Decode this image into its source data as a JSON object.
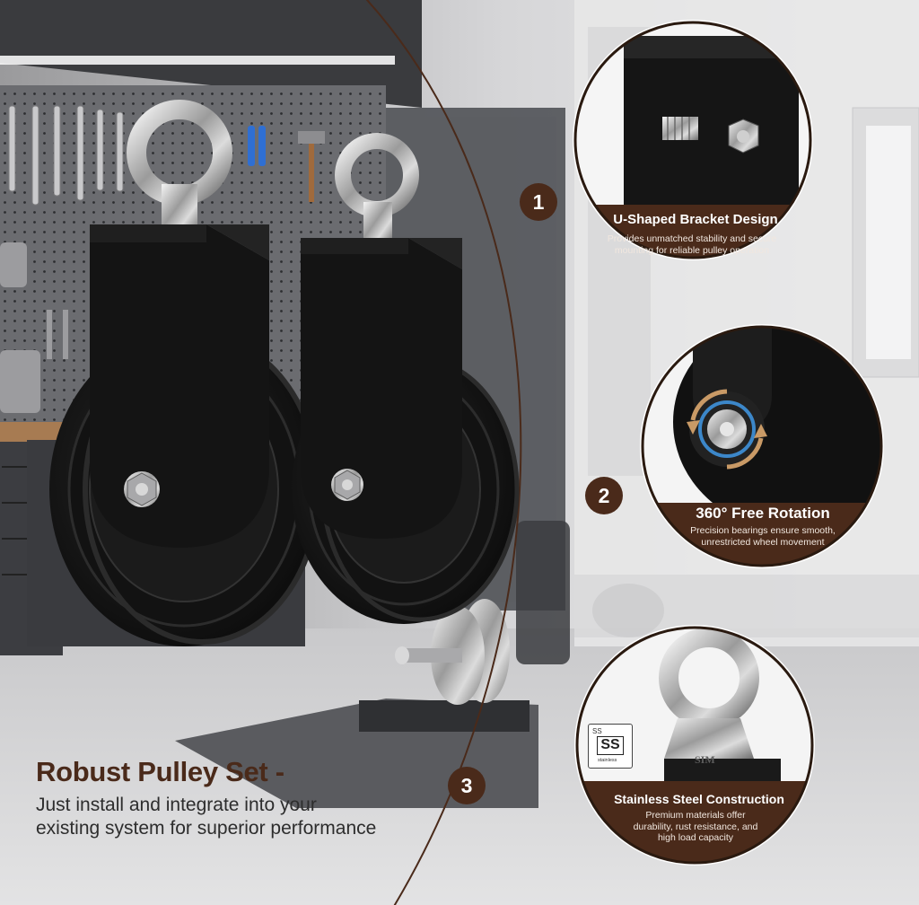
{
  "hero": {
    "headline": "Robust Pulley Set -",
    "subline": "Just install and integrate into your existing system for superior performance"
  },
  "features": [
    {
      "number": "1",
      "title": "U-Shaped Bracket Design",
      "description": "Provides unmatched stability and secure mounting for reliable pulley operation"
    },
    {
      "number": "2",
      "title": "360° Free Rotation",
      "description": "Precision bearings ensure smooth, unrestricted wheel movement"
    },
    {
      "number": "3",
      "title": "Stainless Steel Construction",
      "description": "Premium materials offer durability, rust resistance, and high load capacity"
    }
  ],
  "badge": {
    "top": "SS",
    "mark": "SS",
    "bottom": "stainless"
  },
  "eyebolt_stamp": "SIM",
  "colors": {
    "accent_brown": "#4a2a1a",
    "label_text": "#ffffff",
    "headline": "#4a2a1a",
    "body_text": "#2d2d2d"
  }
}
